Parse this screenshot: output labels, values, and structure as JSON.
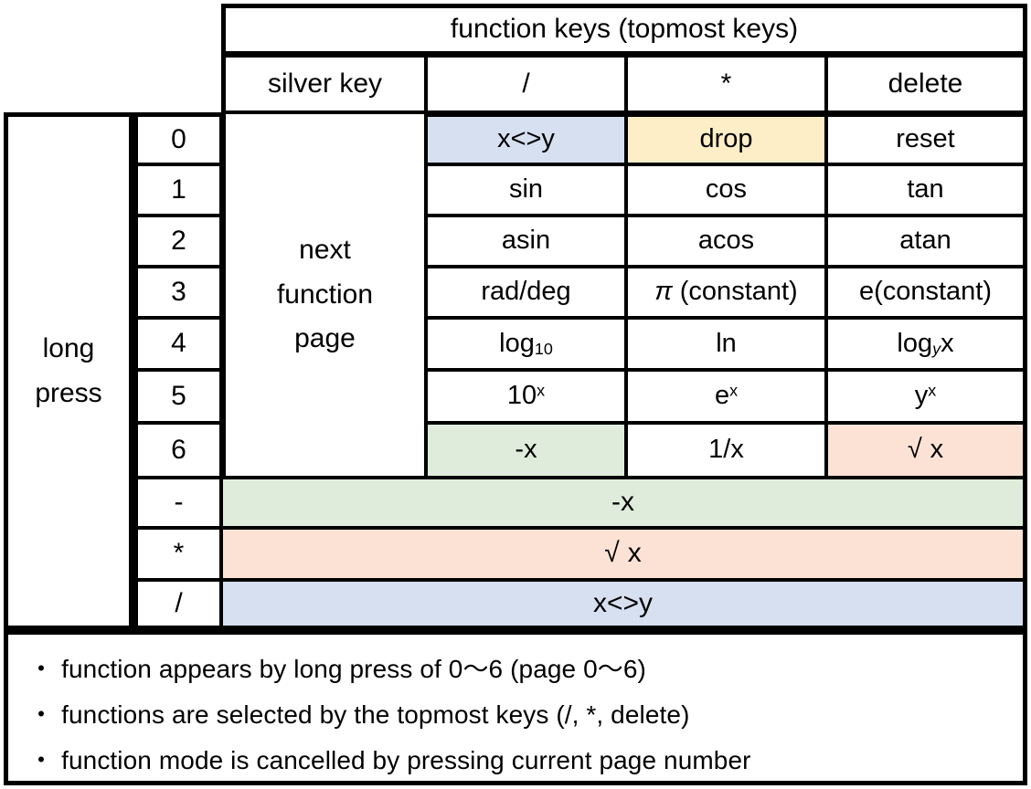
{
  "header": {
    "group_title": "function keys (topmost keys)",
    "columns": [
      "silver key",
      "/",
      "*",
      "delete"
    ]
  },
  "left": {
    "long_press_label_line1": "long",
    "long_press_label_line2": "press",
    "silver_key_label_line1": "next",
    "silver_key_label_line2": "function",
    "silver_key_label_line3": "page"
  },
  "rows": [
    {
      "key": "0",
      "slash": "x<>y",
      "star": "drop",
      "delete": "reset",
      "slash_color": "#d6e0f0",
      "star_color": "#fdeec8",
      "delete_color": "#ffffff"
    },
    {
      "key": "1",
      "slash": "sin",
      "star": "cos",
      "delete": "tan",
      "slash_color": "#ffffff",
      "star_color": "#ffffff",
      "delete_color": "#ffffff"
    },
    {
      "key": "2",
      "slash": "asin",
      "star": "acos",
      "delete": "atan",
      "slash_color": "#ffffff",
      "star_color": "#ffffff",
      "delete_color": "#ffffff"
    },
    {
      "key": "3",
      "slash": "rad/deg",
      "star": "π (constant)",
      "delete": "e(constant)",
      "slash_color": "#ffffff",
      "star_color": "#ffffff",
      "delete_color": "#ffffff"
    },
    {
      "key": "4",
      "slash": "log10",
      "star": "ln",
      "delete": "logyx",
      "slash_color": "#ffffff",
      "star_color": "#ffffff",
      "delete_color": "#ffffff"
    },
    {
      "key": "5",
      "slash": "10^x",
      "star": "e^x",
      "delete": "y^x",
      "slash_color": "#ffffff",
      "star_color": "#ffffff",
      "delete_color": "#ffffff"
    },
    {
      "key": "6",
      "slash": "-x",
      "star": "1/x",
      "delete": "√ x",
      "slash_color": "#dfecdb",
      "star_color": "#ffffff",
      "delete_color": "#fbe2d5"
    }
  ],
  "span_rows": [
    {
      "key": "-",
      "value": "-x",
      "color": "#dfecdb"
    },
    {
      "key": "*",
      "value": "√ x",
      "color": "#fbe2d5"
    },
    {
      "key": "/",
      "value": "x<>y",
      "color": "#d6e0f0"
    }
  ],
  "notes": [
    "function appears by long press of 0〜6 (page 0〜6)",
    "functions are selected by the topmost keys (/, *, delete)",
    "function mode is cancelled by pressing current page number"
  ],
  "bullet": "・",
  "colors": {
    "blue": "#d6e0f0",
    "yellow": "#fdeec8",
    "green": "#dfecdb",
    "peach": "#fbe2d5",
    "border": "#000000",
    "background": "#ffffff"
  }
}
